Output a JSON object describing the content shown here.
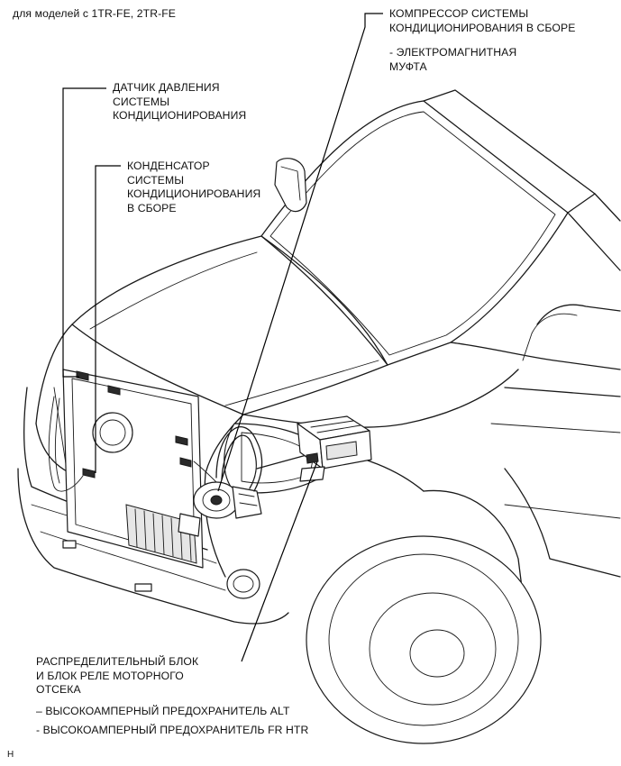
{
  "header": {
    "model_note": "для моделей с 1TR-FE, 2TR-FE"
  },
  "labels": {
    "compressor": {
      "line1": "КОМПРЕССОР СИСТЕМЫ",
      "line2": "КОНДИЦИОНИРОВАНИЯ В СБОРЕ",
      "sub1": "- ЭЛЕКТРОМАГНИТНАЯ",
      "sub2": "МУФТА"
    },
    "pressure_sensor": {
      "line1": "ДАТЧИК ДАВЛЕНИЯ",
      "line2": "СИСТЕМЫ",
      "line3": "КОНДИЦИОНИРОВАНИЯ"
    },
    "condenser": {
      "line1": "КОНДЕНСАТОР",
      "line2": "СИСТЕМЫ",
      "line3": "КОНДИЦИОНИРОВАНИЯ",
      "line4": "В СБОРЕ"
    },
    "relay_block": {
      "line1": "РАСПРЕДЕЛИТЕЛЬНЫЙ БЛОК",
      "line2": "И БЛОК РЕЛЕ МОТОРНОГО",
      "line3": "ОТСЕКА",
      "sub1": "– ВЫСОКОАМПЕРНЫЙ ПРЕДОХРАНИТЕЛЬ ALT",
      "sub2": "- ВЫСОКОАМПЕРНЫЙ ПРЕДОХРАНИТЕЛЬ FR HTR"
    }
  },
  "footer": {
    "code": "H"
  }
}
